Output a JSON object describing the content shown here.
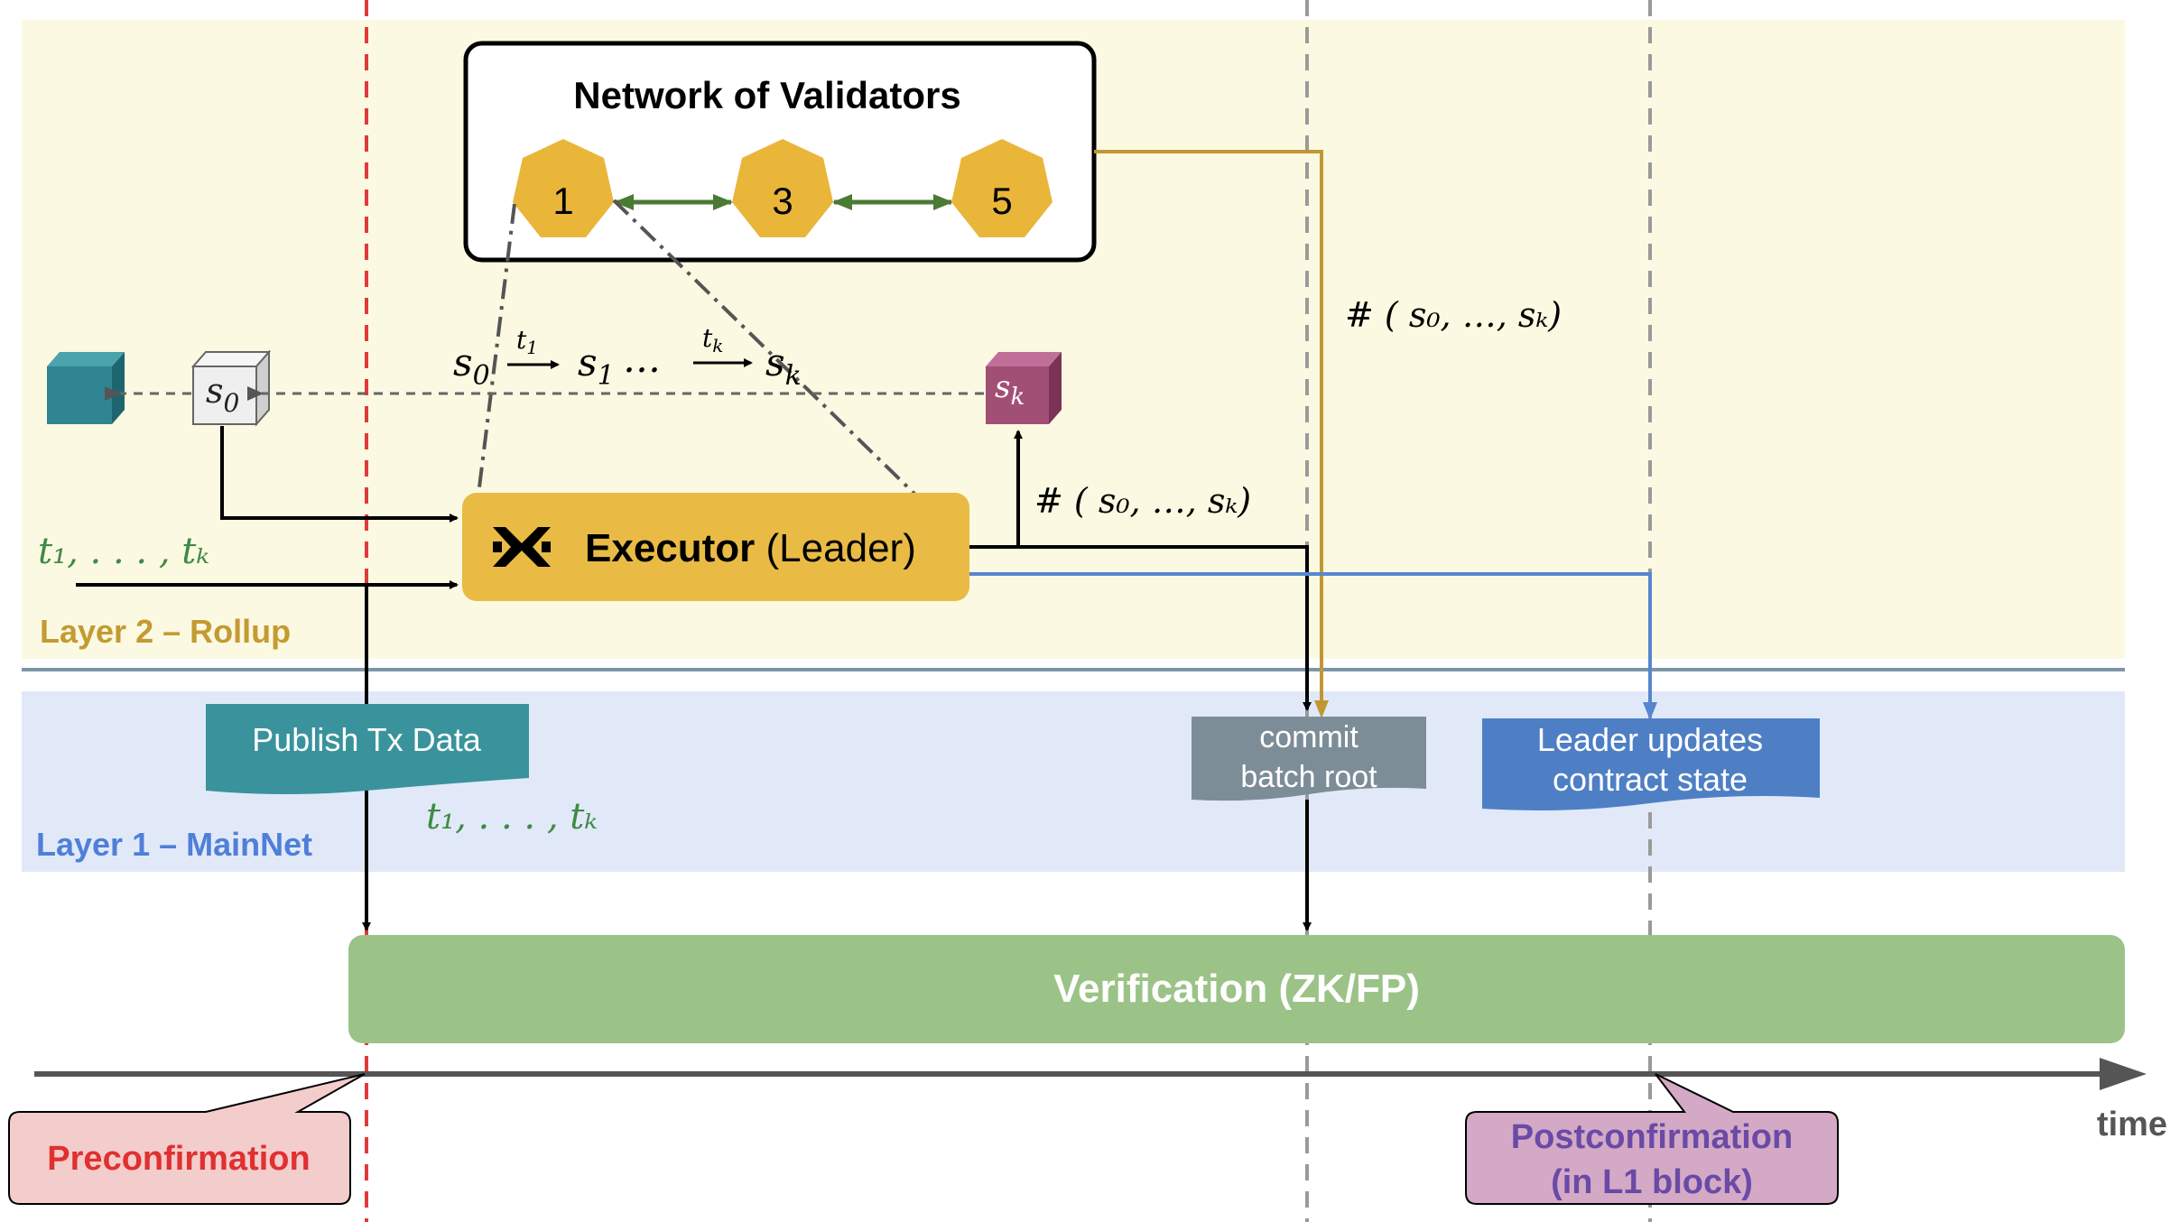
{
  "layers": {
    "l2_label": "Layer 2 – Rollup",
    "l1_label": "Layer 1 – MainNet"
  },
  "validators": {
    "title": "Network of Validators",
    "nodes": [
      "1",
      "3",
      "5"
    ]
  },
  "executor": {
    "name": "Executor",
    "role": "(Leader)"
  },
  "math": {
    "s0": "s",
    "s0_sub": "0",
    "sk": "s",
    "sk_sub": "k",
    "transition_start": "s",
    "transition_start_sub": "0",
    "t1_sup": "t",
    "t1_sup_sub": "1",
    "s1": "s",
    "s1_sub": "1",
    "ellipsis": "…",
    "tk_sup": "t",
    "tk_sup_sub": "k",
    "transition_end": "s",
    "transition_end_sub": "k",
    "hash_label": "# ( s₀, …, sₖ)",
    "tx_list": "t₁, . . . , tₖ"
  },
  "boxes": {
    "publish": "Publish Tx Data",
    "commit_line1": "commit",
    "commit_line2": "batch root",
    "leader_line1": "Leader updates",
    "leader_line2": "contract state",
    "verification": "Verification (ZK/FP)"
  },
  "timeline": {
    "axis_label": "time",
    "preconfirmation": "Preconfirmation",
    "post_line1": "Postconfirmation",
    "post_line2": "(in L1 block)"
  },
  "colors": {
    "l2_bg": "#fbf9e1",
    "l1_bg": "#e1e9f9",
    "l2_text": "#c49a32",
    "l1_text": "#4f7fd8",
    "executor": "#e9bb45",
    "validator": "#e9b63a",
    "green_arrow": "#4a7a33",
    "gold_line": "#c29733",
    "blue_line": "#5686cf",
    "publish": "#3a939c",
    "commit": "#7d8d97",
    "leader": "#4e7fc5",
    "verification": "#9cc387",
    "precon_fill": "#f3cccc",
    "precon_text": "#e03030",
    "post_fill": "#d3a9c5",
    "post_text": "#6a4aa6",
    "tx_green": "#3f8a45",
    "sk_cube": "#a24f75",
    "dark_cube": "#2f8591"
  }
}
